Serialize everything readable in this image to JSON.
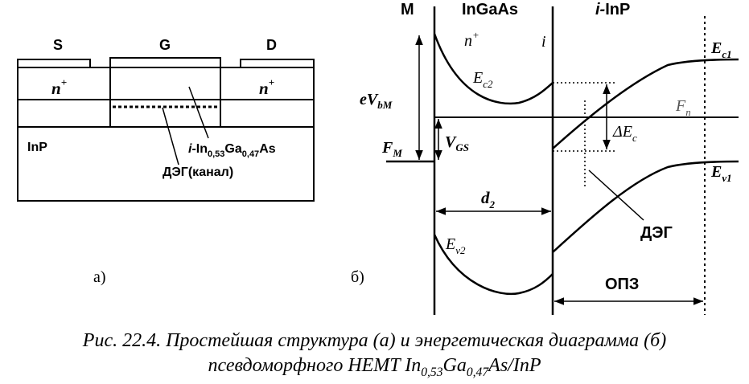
{
  "panel_a": {
    "source_label": "S",
    "gate_label": "G",
    "drain_label": "D",
    "nplus_left": "n",
    "nplus_right": "n",
    "nplus_sup": "+",
    "substrate_label": "InP",
    "channel_layer_prefix": "i-",
    "channel_layer_in": "In",
    "channel_layer_in_sub": "0,53",
    "channel_layer_ga": "Ga",
    "channel_layer_ga_sub": "0,47",
    "channel_layer_as": "As",
    "channel_label": "ДЭГ(канал)",
    "panel_label": "а)"
  },
  "panel_b": {
    "metal_label": "M",
    "ingaas_label": "InGaAs",
    "inp_prefix": "i-",
    "inp_label": "InP",
    "nplus_label": "n",
    "nplus_sup": "+",
    "i_label": "i",
    "ebm_e": "eV",
    "ebm_sub": "bM",
    "fm_main": "F",
    "fm_sub": "M",
    "vgs_main": "V",
    "vgs_sub": "GS",
    "ec2_main": "E",
    "ec2_sub": "c2",
    "ev2_main": "E",
    "ev2_sub": "v2",
    "ec1_main": "E",
    "ec1_sub": "c1",
    "ev1_main": "E",
    "ev1_sub": "v1",
    "fn_main": "F",
    "fn_sub": "n",
    "dec_main": "ΔE",
    "dec_sub": "c",
    "d2_main": "d",
    "d2_sub": "2",
    "deg_label": "ДЭГ",
    "opz_label": "ОПЗ",
    "panel_label": "б)"
  },
  "caption": {
    "line1": "Рис. 22.4. Простейшая структура (а) и энергетическая диаграмма (б)",
    "line2_prefix": "псевдоморфного HEMT In",
    "line2_sub1": "0,53",
    "line2_ga": "Ga",
    "line2_sub2": "0,47",
    "line2_suffix": "As/InP"
  }
}
